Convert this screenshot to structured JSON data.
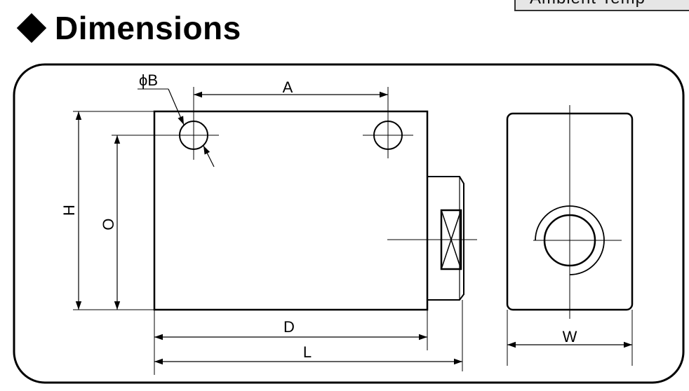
{
  "header": {
    "tag_text": "Ambient Temp",
    "title": "Dimensions"
  },
  "diagram": {
    "labels": {
      "phi_b": "ϕB",
      "a": "A",
      "h": "H",
      "o": "O",
      "d": "D",
      "l": "L",
      "w": "W"
    }
  }
}
